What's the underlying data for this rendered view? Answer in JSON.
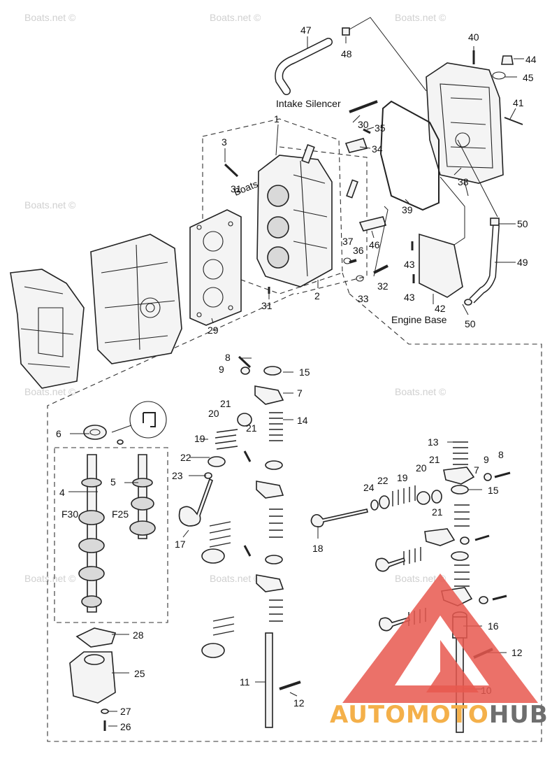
{
  "diagram": {
    "callouts": {
      "c1": "1",
      "c2": "2",
      "c3": "3",
      "c4": "4",
      "c5": "5",
      "c6": "6",
      "c7a": "7",
      "c7b": "7",
      "c8a": "8",
      "c8b": "8",
      "c9a": "9",
      "c9b": "9",
      "c10": "10",
      "c11": "11",
      "c12a": "12",
      "c12b": "12",
      "c13": "13",
      "c14": "14",
      "c15a": "15",
      "c15b": "15",
      "c16": "16",
      "c17": "17",
      "c18": "18",
      "c19a": "19",
      "c19b": "19",
      "c20a": "20",
      "c20b": "20",
      "c21a": "21",
      "c21b": "21",
      "c21c": "21",
      "c21d": "21",
      "c22a": "22",
      "c22b": "22",
      "c23": "23",
      "c24": "24",
      "c25": "25",
      "c26": "26",
      "c27": "27",
      "c28": "28",
      "c29": "29",
      "c30": "30",
      "c31a": "31",
      "c31b": "31",
      "c32": "32",
      "c33": "33",
      "c34": "34",
      "c35": "35",
      "c36": "36",
      "c37": "37",
      "c38": "38",
      "c39": "39",
      "c40": "40",
      "c41": "41",
      "c42": "42",
      "c43a": "43",
      "c43b": "43",
      "c44": "44",
      "c45": "45",
      "c46": "46",
      "c47": "47",
      "c48": "48",
      "c49": "49",
      "c50a": "50",
      "c50b": "50",
      "f30": "F30",
      "f25": "F25"
    },
    "labels": {
      "intake_silencer": "Intake Silencer",
      "engine_base": "Engine Base"
    },
    "watermarks": [
      "Boats.net ©",
      "Boats.net"
    ]
  },
  "logo": {
    "text_part1": "AUTOMOTO",
    "text_part2": "HUB",
    "colors": {
      "triangle": "#e8584f",
      "text_light": "#f4b04a",
      "text_dark": "#6e6e6e"
    }
  }
}
